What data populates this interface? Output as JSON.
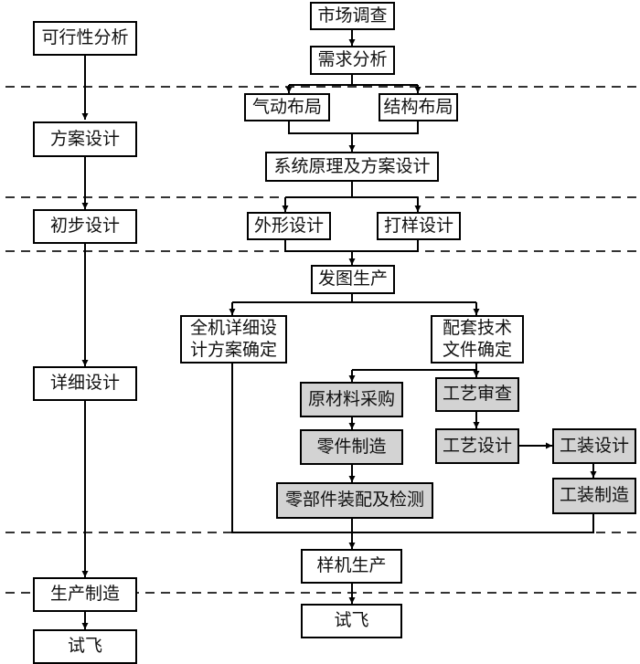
{
  "colors": {
    "line": "#000000",
    "box_fill": "#ffffff",
    "highlight_fill": "#d3d3d3",
    "dash": "#333333"
  },
  "left_column": {
    "stages": [
      {
        "id": "feasibility",
        "label": "可行性分析"
      },
      {
        "id": "scheme",
        "label": "方案设计"
      },
      {
        "id": "preliminary",
        "label": "初步设计"
      },
      {
        "id": "detail",
        "label": "详细设计"
      },
      {
        "id": "production",
        "label": "生产制造"
      },
      {
        "id": "flight",
        "label": "试飞"
      }
    ]
  },
  "right_flow": {
    "market": "市场调查",
    "demand": "需求分析",
    "pneumatic": "气动布局",
    "structure": "结构布局",
    "system": "系统原理及方案设计",
    "shape": "外形设计",
    "lofting": "打样设计",
    "drawing": "发图生产",
    "full_detail": "全机详细设\n计方案确定",
    "tech_docs": "配套技术\n文件确定",
    "raw_material": "原材料采购",
    "parts_mfg": "零件制造",
    "assembly": "零部件装配及检测",
    "process_review": "工艺审查",
    "process_design": "工艺设计",
    "tooling_design": "工装设计",
    "tooling_mfg": "工装制造",
    "prototype": "样机生产",
    "flight": "试飞"
  }
}
